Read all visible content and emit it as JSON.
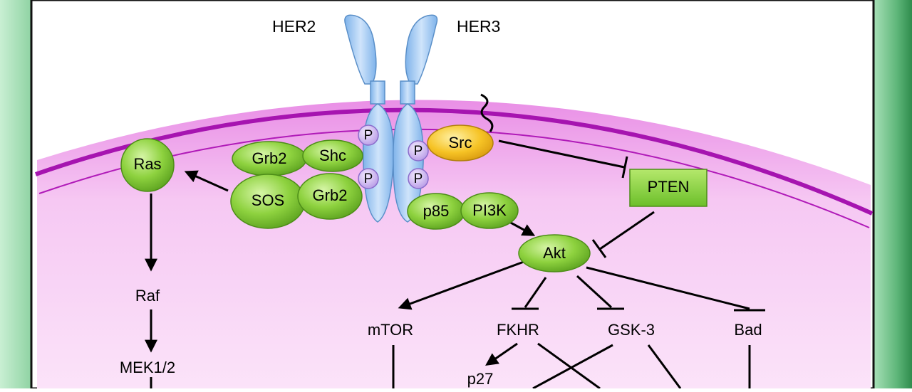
{
  "receptors": {
    "left": "HER2",
    "right": "HER3"
  },
  "phospho": "P",
  "nodes": {
    "grb2_top": "Grb2",
    "shc": "Shc",
    "sos": "SOS",
    "grb2_bottom": "Grb2",
    "ras": "Ras",
    "src": "Src",
    "pten": "PTEN",
    "p85": "p85",
    "pi3k": "PI3K",
    "akt": "Akt"
  },
  "labels": {
    "raf": "Raf",
    "mek": "MEK1/2",
    "mtor": "mTOR",
    "fkhr": "FKHR",
    "gsk3": "GSK-3",
    "bad": "Bad",
    "p27": "p27"
  },
  "colors": {
    "frame": "#5fb77a",
    "frame_light": "#c9efd3",
    "membrane": "#b01ab8",
    "cytoplasm": "#f2b8f0",
    "receptor": "#9fc8f3",
    "node_green": "#7cc832",
    "node_yellow": "#f6c325",
    "phospho": "#cdb6ee"
  }
}
